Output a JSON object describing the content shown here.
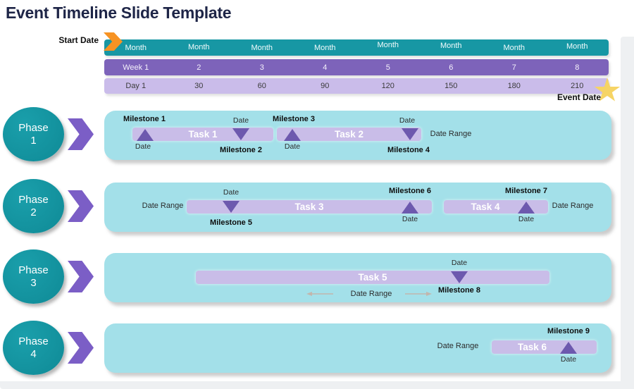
{
  "title": "Event Timeline Slide Template",
  "header": {
    "start_date_label": "Start Date",
    "event_date_label": "Event Date",
    "months": [
      "Month",
      "Month",
      "Month",
      "Month",
      "Month",
      "Month",
      "Month",
      "Month"
    ],
    "weeks": [
      "Week 1",
      "2",
      "3",
      "4",
      "5",
      "6",
      "7",
      "8"
    ],
    "days": [
      "Day 1",
      "30",
      "60",
      "90",
      "120",
      "150",
      "180",
      "210"
    ]
  },
  "phases": [
    {
      "line1": "Phase",
      "line2": "1"
    },
    {
      "line1": "Phase",
      "line2": "2"
    },
    {
      "line1": "Phase",
      "line2": "3"
    },
    {
      "line1": "Phase",
      "line2": "4"
    }
  ],
  "tasks": [
    "Task 1",
    "Task 2",
    "Task 3",
    "Task 4",
    "Task 5",
    "Task 6"
  ],
  "milestones": [
    "Milestone 1",
    "Milestone 2",
    "Milestone 3",
    "Milestone 4",
    "Milestone 5",
    "Milestone 6",
    "Milestone 7",
    "Milestone 8",
    "Milestone 9"
  ],
  "labels": {
    "date": "Date",
    "date_range": "Date Range"
  },
  "colors": {
    "title_text": "#1e2547",
    "month_bar": "#1797a4",
    "week_bar": "#7d63ba",
    "day_bar": "#cabcea",
    "phase_circle": "#13929e",
    "chevron": "#7b5ec6",
    "row_container": "#a3e0e9",
    "task_bar": "#c9bde8",
    "milestone_triangle": "#6d59ae",
    "start_arrow": "#f79323",
    "event_star": "#f6d465"
  }
}
